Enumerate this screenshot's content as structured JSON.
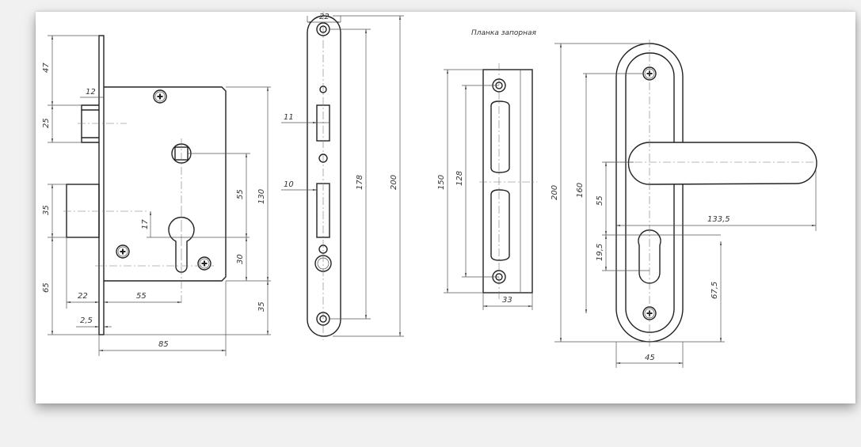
{
  "mortise_lock": {
    "dims": {
      "d47": "47",
      "d25": "25",
      "d12": "12",
      "d35": "35",
      "d65": "65",
      "d17": "17",
      "d55v": "55",
      "d30": "30",
      "d130": "130",
      "d35r": "35",
      "d22": "22",
      "d55h": "55",
      "d25h": "2,5",
      "d85": "85"
    }
  },
  "faceplate": {
    "dims": {
      "d22": "22",
      "d11": "11",
      "d10": "10",
      "d178": "178",
      "d200": "200"
    }
  },
  "strike_plate": {
    "title": "Планка запорная",
    "dims": {
      "d150": "150",
      "d128": "128",
      "d33": "33"
    }
  },
  "handle": {
    "dims": {
      "d200": "200",
      "d160": "160",
      "d55": "55",
      "d195": "19,5",
      "d1335": "133,5",
      "d675": "67,5",
      "d45": "45"
    }
  }
}
